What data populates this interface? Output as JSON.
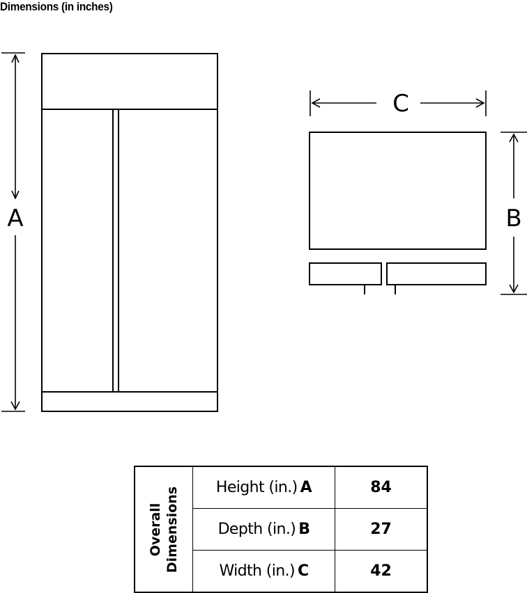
{
  "title": "Dimensions (in inches)",
  "diagram": {
    "height_label": "A",
    "depth_label": "B",
    "width_label": "C"
  },
  "table": {
    "group_label_line1": "Overall",
    "group_label_line2": "Dimensions",
    "rows": [
      {
        "label": "Height (in.)",
        "letter": "A",
        "value": "84"
      },
      {
        "label": "Depth (in.)",
        "letter": "B",
        "value": "27"
      },
      {
        "label": "Width (in.)",
        "letter": "C",
        "value": "42"
      }
    ]
  }
}
